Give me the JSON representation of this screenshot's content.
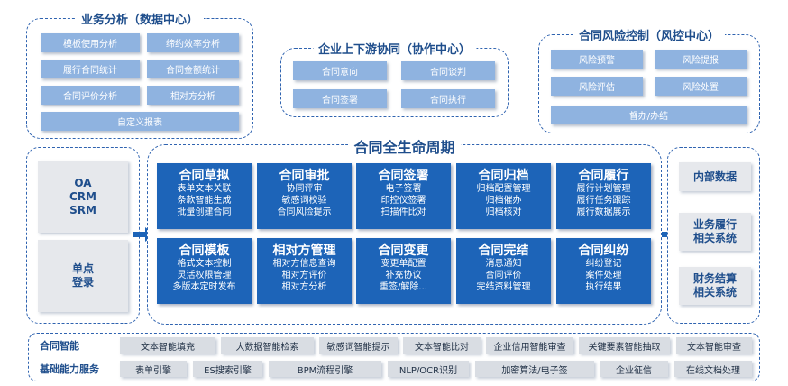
{
  "analysis": {
    "title": "业务分析（数据中心）",
    "items": [
      "模板使用分析",
      "履行合同统计",
      "合同评价分析",
      "缔约效率分析",
      "合同金额统计",
      "相对方分析"
    ],
    "custom": "自定义报表"
  },
  "collab": {
    "title": "企业上下游协同（协作中心）",
    "items": [
      "合同意向",
      "合同签署",
      "合同谈判",
      "合同执行"
    ]
  },
  "risk": {
    "title": "合同风险控制（风控中心）",
    "items": [
      "风险预警",
      "风险评估",
      "风险提报",
      "风险处置"
    ],
    "supervise": "督办/办结"
  },
  "lifecycle_title": "合同全生命周期",
  "left_systems": {
    "systems": [
      "OA",
      "CRM",
      "SRM"
    ],
    "sso": [
      "单点",
      "登录"
    ]
  },
  "right_systems": {
    "internal": "内部数据",
    "fulfill": [
      "业务履行",
      "相关系统"
    ],
    "finance": [
      "财务结算",
      "相关系统"
    ]
  },
  "stages": [
    {
      "title": "合同草拟",
      "lines": [
        "表单文本关联",
        "条款智能生成",
        "批量创建合同"
      ]
    },
    {
      "title": "合同审批",
      "lines": [
        "协同评审",
        "敏感词校验",
        "合同风险提示"
      ]
    },
    {
      "title": "合同签署",
      "lines": [
        "电子签署",
        "印控仪签署",
        "扫描件比对"
      ]
    },
    {
      "title": "合同归档",
      "lines": [
        "归档配置管理",
        "归档催办",
        "归档核对"
      ]
    },
    {
      "title": "合同履行",
      "lines": [
        "履行计划管理",
        "履行任务跟踪",
        "履行数据展示"
      ]
    },
    {
      "title": "合同模板",
      "lines": [
        "格式文本控制",
        "灵活权限管理",
        "多版本定时发布"
      ]
    },
    {
      "title": "相对方管理",
      "lines": [
        "相对方信息查询",
        "相对方评价",
        "相对方分析"
      ]
    },
    {
      "title": "合同变更",
      "lines": [
        "变更单配置",
        "补充协议",
        "重签/解除..."
      ]
    },
    {
      "title": "合同完结",
      "lines": [
        "消息通知",
        "合同评价",
        "完结资料管理"
      ]
    },
    {
      "title": "合同纠纷",
      "lines": [
        "纠纷登记",
        "案件处理",
        "执行结果"
      ]
    }
  ],
  "intelligence": {
    "label": "合同智能",
    "items": [
      "文本智能填充",
      "大数据智能检索",
      "敏感词智能提示",
      "文本智能比对",
      "企业信用智能审查",
      "关键要素智能抽取",
      "文本智能审查"
    ]
  },
  "foundation": {
    "label": "基础能力服务",
    "items": [
      "表单引擎",
      "ES搜索引擎",
      "BPM流程引擎",
      "NLP/OCR识别",
      "加密算法/电子签",
      "企业征信",
      "在线文档处理"
    ]
  },
  "colors": {
    "primary": "#1d64b8",
    "light": "#8fb3e0",
    "grey": "#e6e8ec",
    "border": "#2f63b0"
  }
}
